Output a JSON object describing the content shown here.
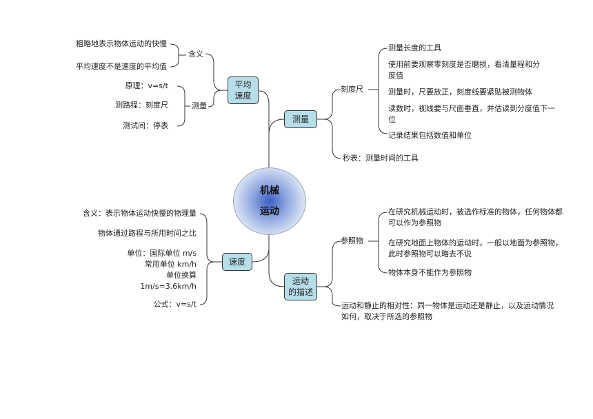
{
  "center": {
    "line1": "机械",
    "line2": "运动"
  },
  "nodes": {
    "avg_speed": {
      "line1": "平均",
      "line2": "速度"
    },
    "measure": "测量",
    "speed": "速度",
    "motion_desc": {
      "line1": "运动",
      "line2": "的描述"
    }
  },
  "avg_speed_branch": {
    "meaning": "含义",
    "meaning_items": [
      "粗略地表示物体运动的快慢",
      "平均速度不是速度的平均值"
    ],
    "measure": "测量",
    "measure_items": [
      "原理：v=s/t",
      "测路程：刻度尺",
      "测试间：停表"
    ]
  },
  "measure_branch": {
    "ruler": "刻度尺",
    "ruler_items": [
      "测量长度的工具",
      "使用前要观察零刻度是否磨损，看清量程和分度值",
      "测量时，尺要放正，刻度线要紧贴被测物体",
      "读数时，视线要与尺面垂直，并估读到分度值下一位",
      "记录结果包括数值和单位"
    ],
    "stopwatch": "秒表：测量时间的工具"
  },
  "speed_branch": {
    "meaning": "含义：表示物体运动快慢的物理量",
    "ratio": "物体通过路程与所用时间之比",
    "units": [
      "单位：国际单位 m/s",
      "常用单位 km/h",
      "单位换算",
      "1m/s=3.6km/h"
    ],
    "formula": "公式：v=s/t"
  },
  "motion_branch": {
    "reference": "参照物",
    "reference_items": [
      "在研究机械运动时，被选作标准的物体，任何物体都可以作为参照物",
      "在研究地面上物体的运动时，一般以地面为参照物，此时参照物可以略去不说",
      "物体本身不能作为参照物"
    ],
    "relativity": "运动和静止的相对性：同一物体是运动还是静止，以及运动情况如何，取决于所选的参照物"
  }
}
